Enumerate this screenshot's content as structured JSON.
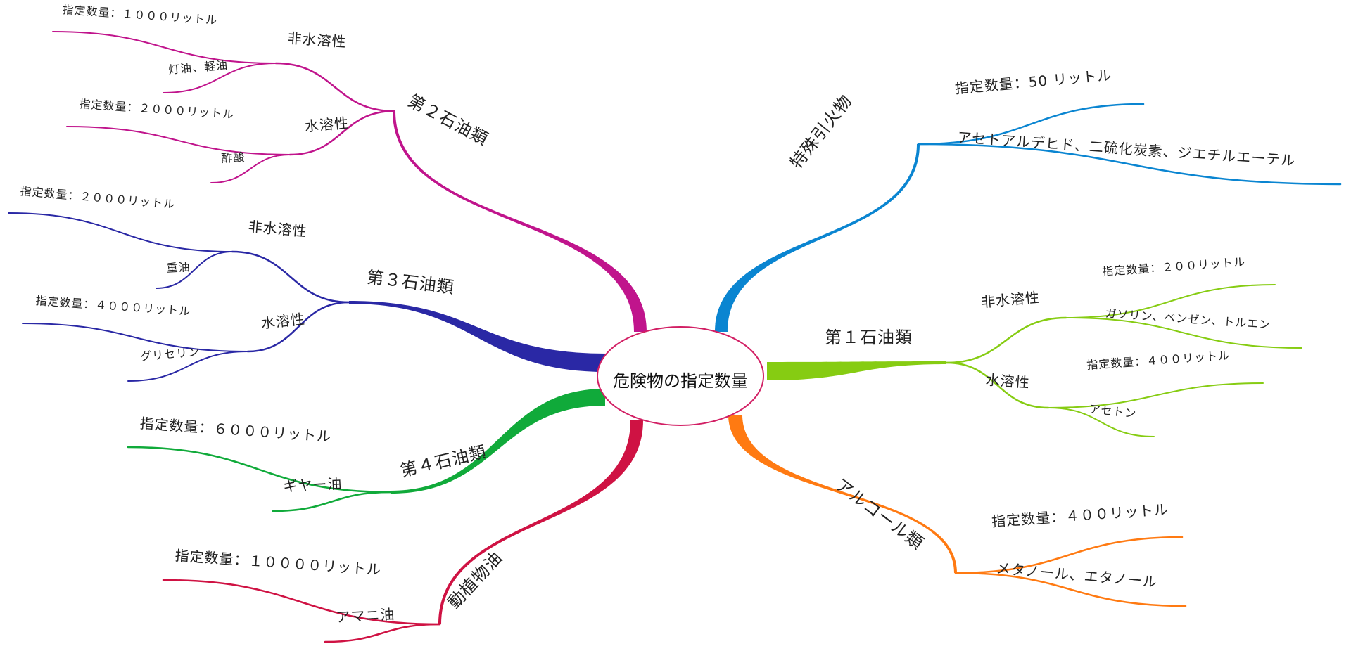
{
  "center": {
    "label": "危険物の指定数量",
    "border_color": "#d21f64"
  },
  "branches": [
    {
      "name": "特殊引火物",
      "color": "#0a85d1",
      "children": [
        {
          "name": "指定数量：50 リットル"
        },
        {
          "name": "アセトアルデヒド、二硫化炭素、ジエチルエーテル"
        }
      ]
    },
    {
      "name": "第１石油類",
      "color": "#86cc12",
      "children": [
        {
          "name": "非水溶性",
          "children": [
            {
              "name": "指定数量：２００リットル"
            },
            {
              "name": "ガソリン、ベンゼン、トルエン"
            }
          ]
        },
        {
          "name": "水溶性",
          "children": [
            {
              "name": "指定数量：４００リットル"
            },
            {
              "name": "アセトン"
            }
          ]
        }
      ]
    },
    {
      "name": "アルコール類",
      "color": "#ff7a12",
      "children": [
        {
          "name": "指定数量：４００リットル"
        },
        {
          "name": "メタノール、エタノール"
        }
      ]
    },
    {
      "name": "動植物油",
      "color": "#cf1243",
      "children": [
        {
          "name": "指定数量：１００００リットル"
        },
        {
          "name": "アマニ油"
        }
      ]
    },
    {
      "name": "第４石油類",
      "color": "#10aa3a",
      "children": [
        {
          "name": "指定数量：６０００リットル"
        },
        {
          "name": "ギヤー油"
        }
      ]
    },
    {
      "name": "第３石油類",
      "color": "#2a28a5",
      "children": [
        {
          "name": "非水溶性",
          "children": [
            {
              "name": "指定数量：２０００リットル"
            },
            {
              "name": "重油"
            }
          ]
        },
        {
          "name": "水溶性",
          "children": [
            {
              "name": "指定数量：４０００リットル"
            },
            {
              "name": "グリセリン"
            }
          ]
        }
      ]
    },
    {
      "name": "第２石油類",
      "color": "#c0148c",
      "children": [
        {
          "name": "非水溶性",
          "children": [
            {
              "name": "指定数量：１０００リットル"
            },
            {
              "name": "灯油、軽油"
            }
          ]
        },
        {
          "name": "水溶性",
          "children": [
            {
              "name": "指定数量：２０００リットル"
            },
            {
              "name": "酢酸"
            }
          ]
        }
      ]
    }
  ]
}
